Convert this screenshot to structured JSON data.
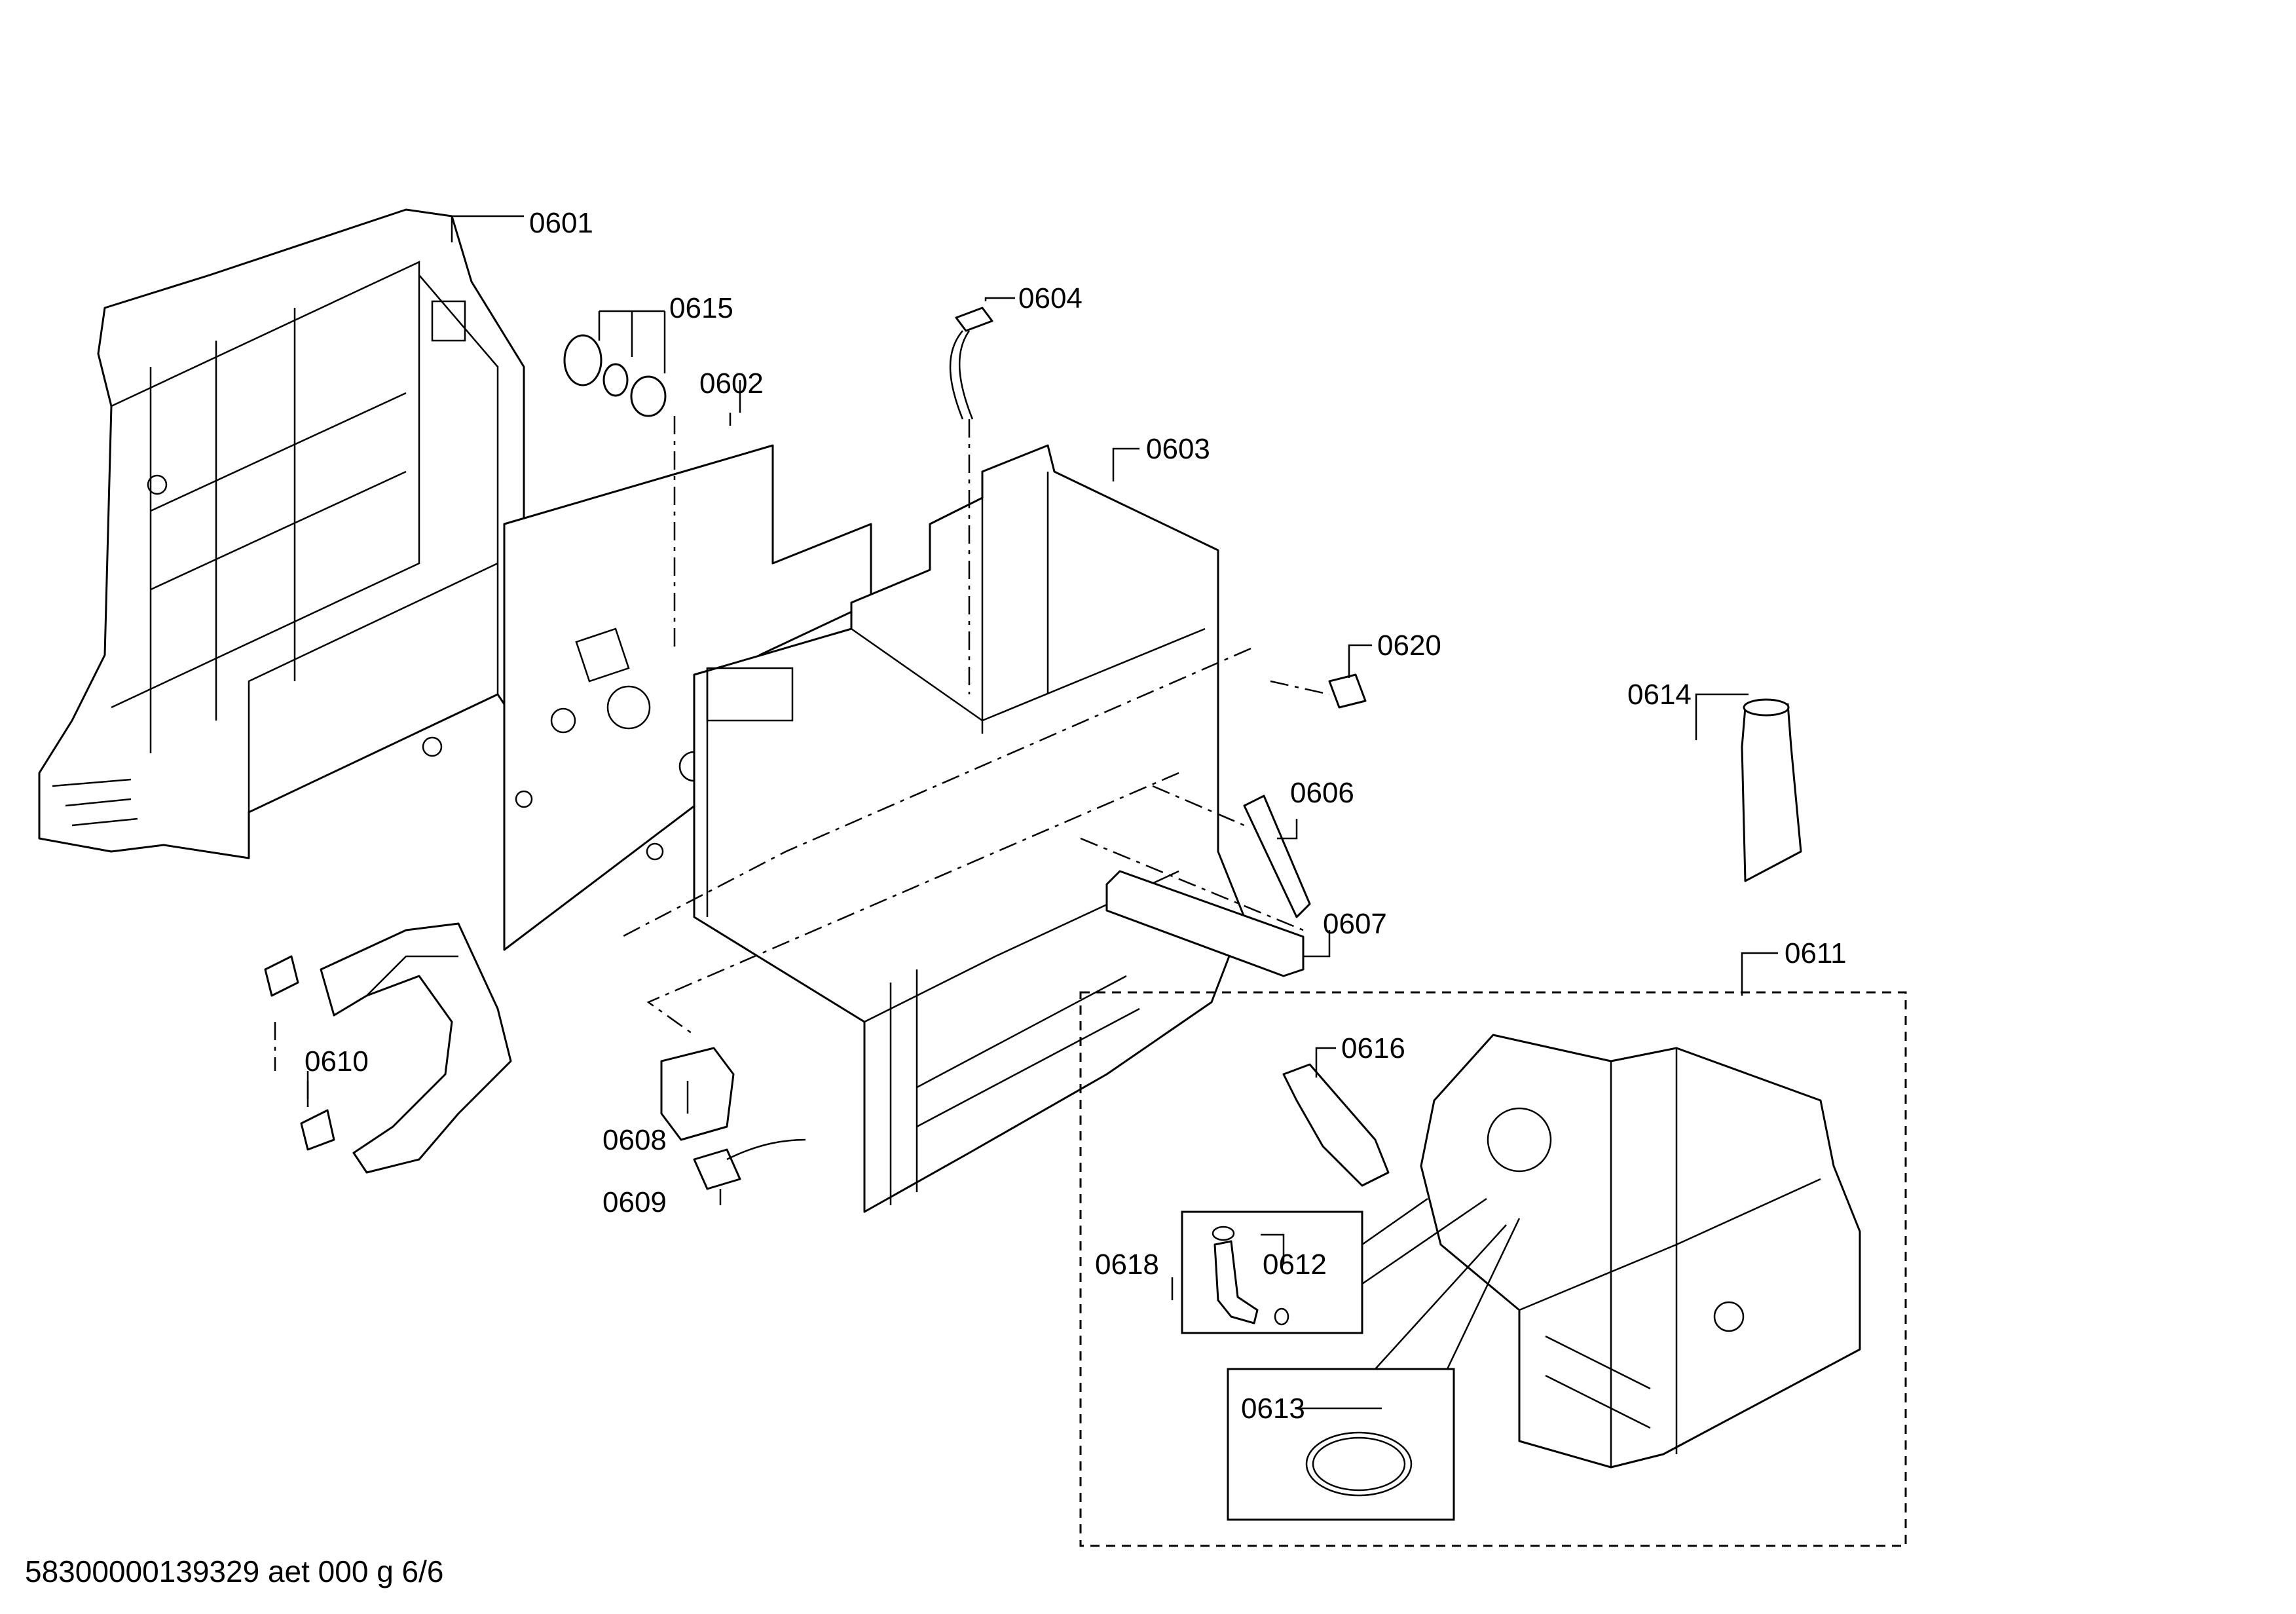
{
  "labels": {
    "p0601": "0601",
    "p0602": "0602",
    "p0603": "0603",
    "p0604": "0604",
    "p0606": "0606",
    "p0607": "0607",
    "p0608": "0608",
    "p0609": "0609",
    "p0610": "0610",
    "p0611": "0611",
    "p0612": "0612",
    "p0613": "0613",
    "p0614": "0614",
    "p0615": "0615",
    "p0616": "0616",
    "p0618": "0618",
    "p0620": "0620"
  },
  "footer": {
    "code": "58300000139329 aet 000 g 6/6"
  }
}
